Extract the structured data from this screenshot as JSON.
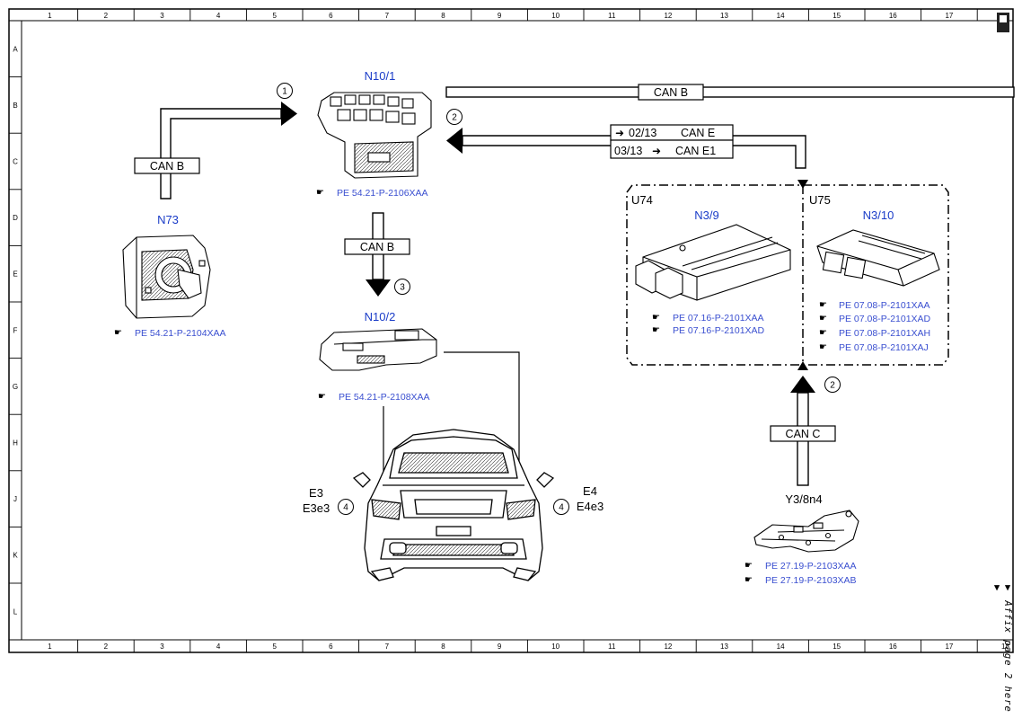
{
  "grid": {
    "columns": [
      "1",
      "2",
      "3",
      "4",
      "5",
      "6",
      "7",
      "8",
      "9",
      "10",
      "11",
      "12",
      "13",
      "14",
      "15",
      "16",
      "17",
      "18"
    ],
    "rows": [
      "A",
      "B",
      "C",
      "D",
      "E",
      "F",
      "G",
      "H",
      "J",
      "K",
      "L"
    ]
  },
  "components": {
    "n10_1": {
      "title": "N10/1",
      "ref": "PE 54.21-P-2106XAA"
    },
    "n73": {
      "title": "N73",
      "ref": "PE 54.21-P-2104XAA"
    },
    "n10_2": {
      "title": "N10/2",
      "ref": "PE 54.21-P-2108XAA"
    },
    "u74": {
      "tag": "U74",
      "title": "N3/9",
      "refs": [
        "PE 07.16-P-2101XAA",
        "PE 07.16-P-2101XAD"
      ]
    },
    "u75": {
      "tag": "U75",
      "title": "N3/10",
      "refs": [
        "PE 07.08-P-2101XAA",
        "PE 07.08-P-2101XAD",
        "PE 07.08-P-2101XAH",
        "PE 07.08-P-2101XAJ"
      ]
    },
    "y3": {
      "title": "Y3/8n4",
      "refs": [
        "PE 27.19-P-2103XAA",
        "PE 27.19-P-2103XAB"
      ]
    }
  },
  "buses": {
    "can_b_top": "CAN B",
    "can_b_left": "CAN B",
    "can_b_mid": "CAN B",
    "can_c": "CAN C",
    "can_e": "CAN E",
    "can_e1": "CAN E1",
    "can_e_page": "02/13",
    "can_e1_page": "03/13"
  },
  "markers": {
    "m1": "1",
    "m2a": "2",
    "m3": "3",
    "m2b": "2",
    "m4l": "4",
    "m4r": "4"
  },
  "lamps": {
    "left_a": "E3",
    "left_b": "E3e3",
    "right_a": "E4",
    "right_b": "E4e3"
  },
  "affix": "▼ Affix page 2 here ▼"
}
